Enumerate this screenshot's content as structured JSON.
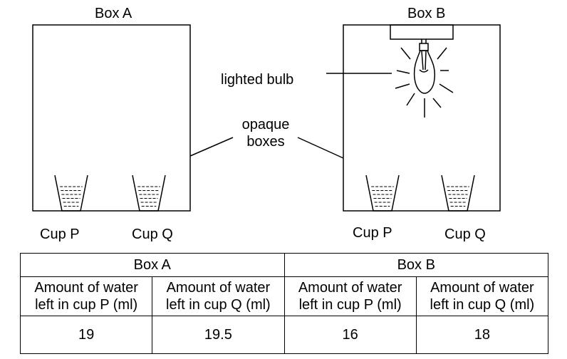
{
  "labels": {
    "box_a": "Box A",
    "box_b": "Box B",
    "lighted_bulb": "lighted bulb",
    "opaque_line1": "opaque",
    "opaque_line2": "boxes",
    "cup_p": "Cup P",
    "cup_q": "Cup Q"
  },
  "table": {
    "groups": [
      "Box A",
      "Box B"
    ],
    "headers": [
      [
        "Amount of water",
        "left in cup P (ml)"
      ],
      [
        "Amount of water",
        "left in cup Q (ml)"
      ],
      [
        "Amount of water",
        "left in cup P (ml)"
      ],
      [
        "Amount of water",
        "left in cup Q (ml)"
      ]
    ],
    "values": [
      "19",
      "19.5",
      "16",
      "18"
    ]
  }
}
